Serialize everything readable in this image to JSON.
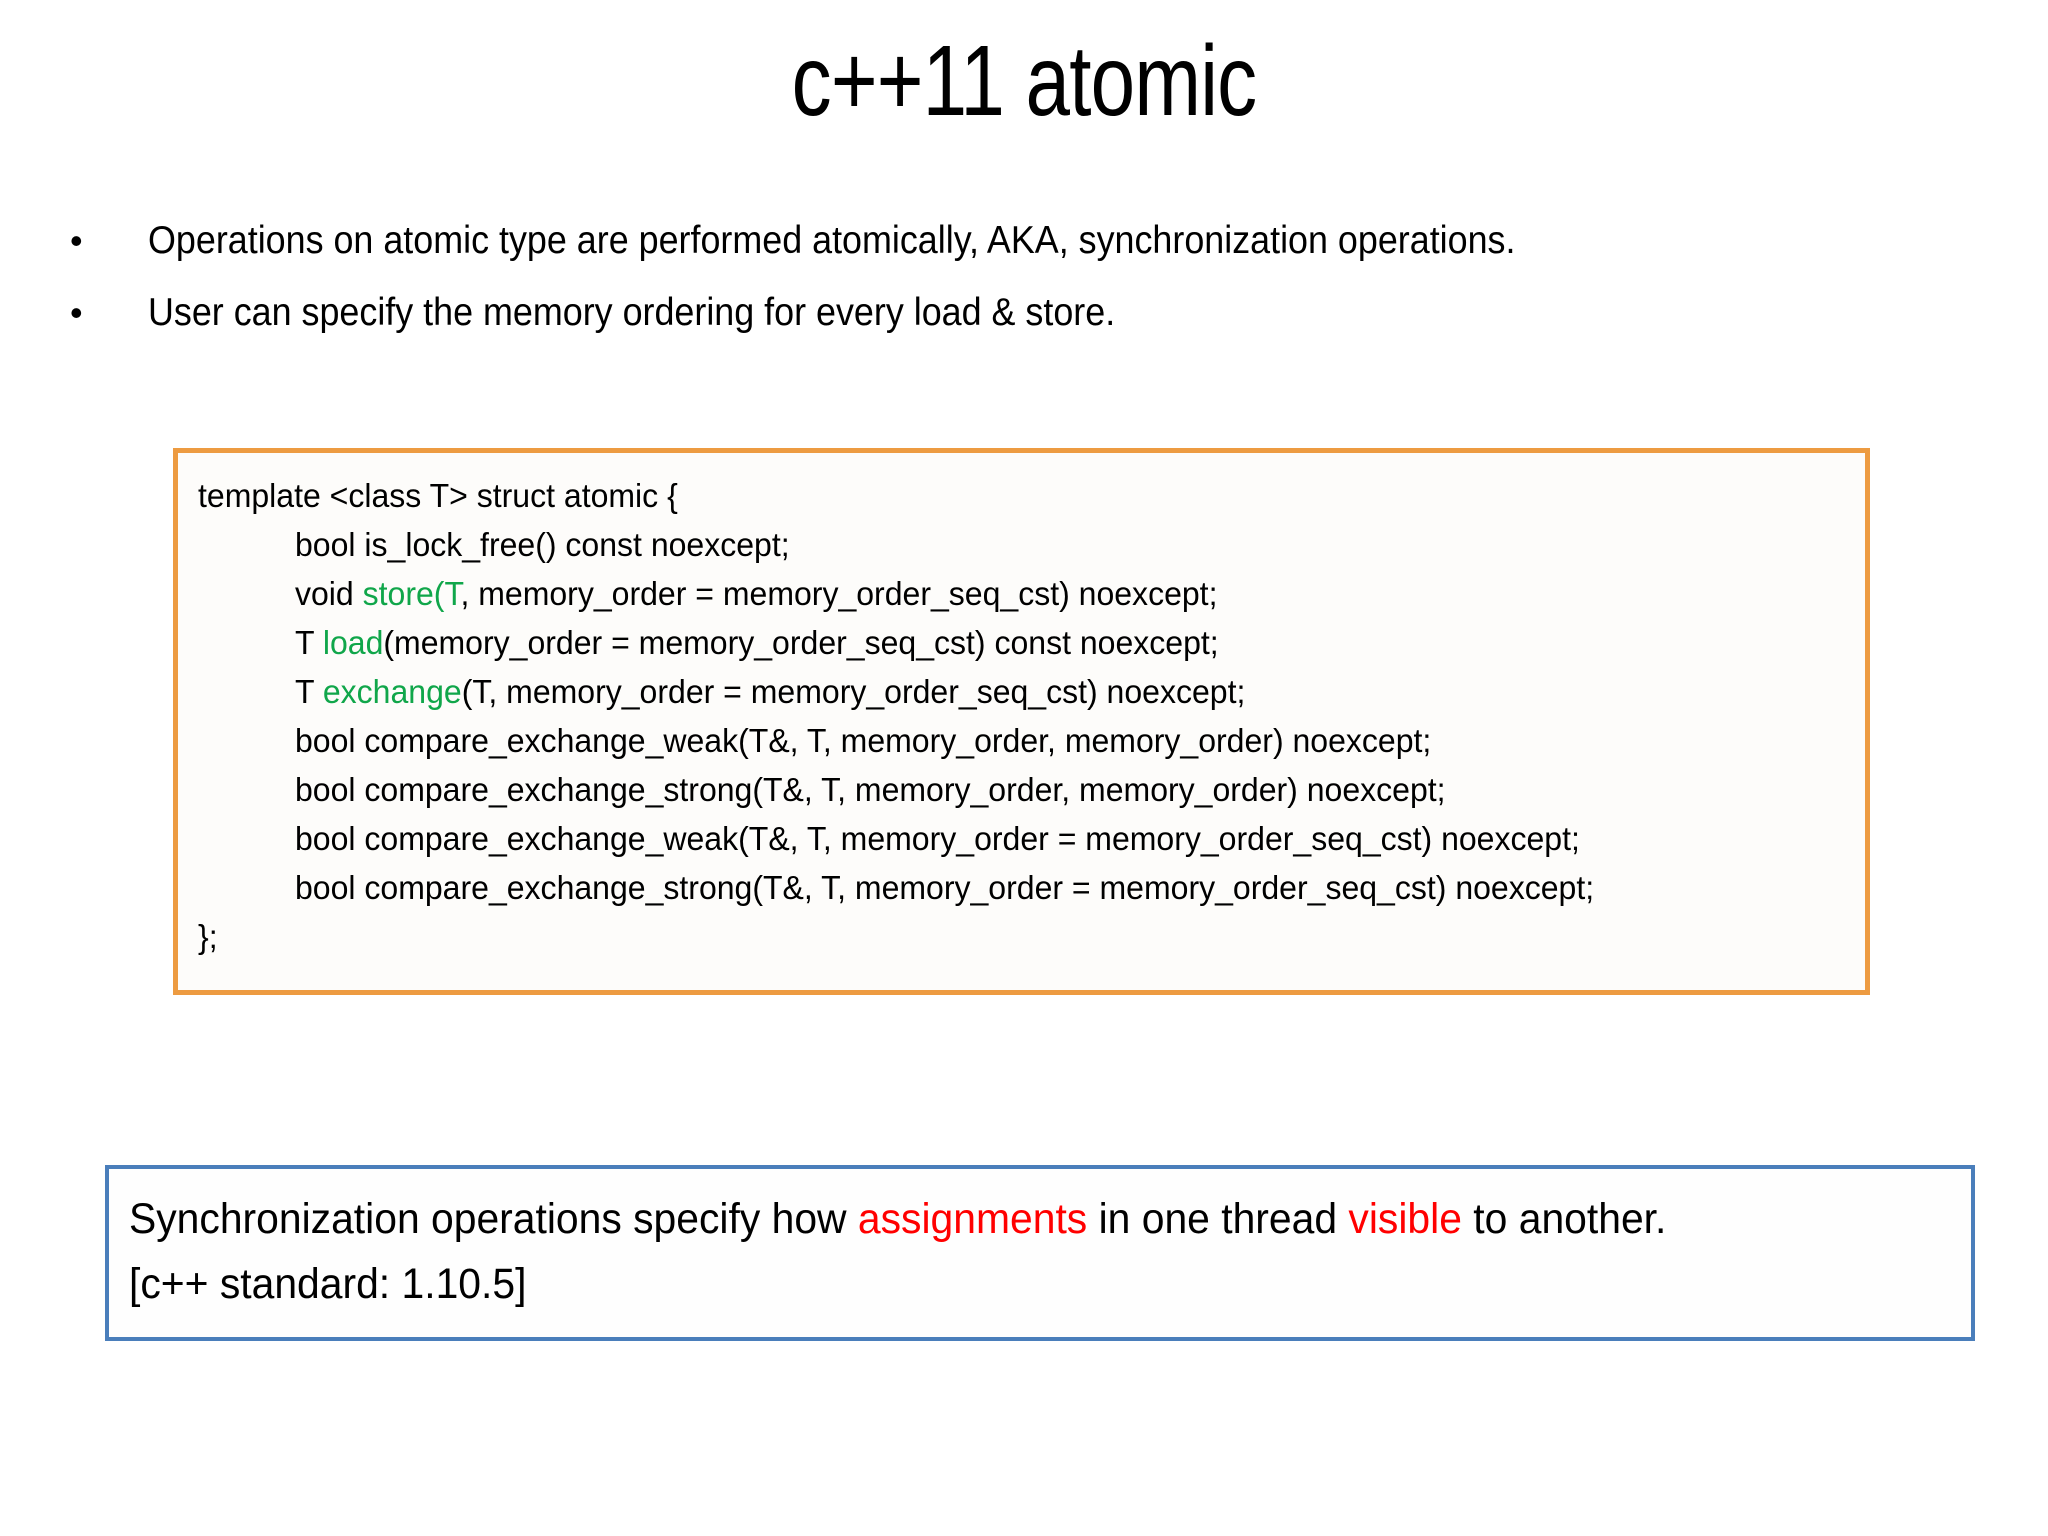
{
  "slide": {
    "title": "c++11 atomic",
    "bullet_marker": "•",
    "bullets": [
      "Operations on atomic type are performed atomically,  AKA, synchronization operations.",
      "User can specify the memory ordering for every load & store."
    ]
  },
  "code_box": {
    "border_color": "#ED9B41",
    "background_color": "#FDFCFA",
    "keyword_color": "#10A64A",
    "lines": [
      {
        "indent": false,
        "segments": [
          {
            "text": "template <class T> struct atomic {",
            "color": "black"
          }
        ]
      },
      {
        "indent": true,
        "segments": [
          {
            "text": "bool is_lock_free() const noexcept;",
            "color": "black"
          }
        ]
      },
      {
        "indent": true,
        "segments": [
          {
            "text": "void ",
            "color": "black"
          },
          {
            "text": "store(T",
            "color": "green"
          },
          {
            "text": ", memory_order = memory_order_seq_cst) noexcept;",
            "color": "black"
          }
        ]
      },
      {
        "indent": true,
        "segments": [
          {
            "text": "T ",
            "color": "black"
          },
          {
            "text": "load",
            "color": "green"
          },
          {
            "text": "(memory_order = memory_order_seq_cst) const noexcept;",
            "color": "black"
          }
        ]
      },
      {
        "indent": true,
        "segments": [
          {
            "text": "T ",
            "color": "black"
          },
          {
            "text": "exchange",
            "color": "green"
          },
          {
            "text": "(T, memory_order = memory_order_seq_cst) noexcept;",
            "color": "black"
          }
        ]
      },
      {
        "indent": true,
        "segments": [
          {
            "text": "bool compare_exchange_weak(T&, T, memory_order, memory_order) noexcept;",
            "color": "black"
          }
        ]
      },
      {
        "indent": true,
        "segments": [
          {
            "text": "bool compare_exchange_strong(T&, T, memory_order, memory_order) noexcept;",
            "color": "black"
          }
        ]
      },
      {
        "indent": true,
        "segments": [
          {
            "text": "bool compare_exchange_weak(T&, T, memory_order = memory_order_seq_cst) noexcept;",
            "color": "black"
          }
        ]
      },
      {
        "indent": true,
        "segments": [
          {
            "text": "bool compare_exchange_strong(T&, T, memory_order = memory_order_seq_cst) noexcept;",
            "color": "black"
          }
        ]
      },
      {
        "indent": false,
        "segments": [
          {
            "text": "};",
            "color": "black"
          }
        ]
      }
    ]
  },
  "callout_box": {
    "border_color": "#4A7EBB",
    "highlight_color": "#FF0000",
    "lines": [
      {
        "segments": [
          {
            "text": "Synchronization operations specify how ",
            "color": "black"
          },
          {
            "text": "assignments",
            "color": "red"
          },
          {
            "text": " in one thread ",
            "color": "black"
          },
          {
            "text": "visible",
            "color": "red"
          },
          {
            "text": " to another.",
            "color": "black"
          }
        ]
      },
      {
        "segments": [
          {
            "text": "[c++ standard: 1.10.5]",
            "color": "black"
          }
        ]
      }
    ]
  }
}
